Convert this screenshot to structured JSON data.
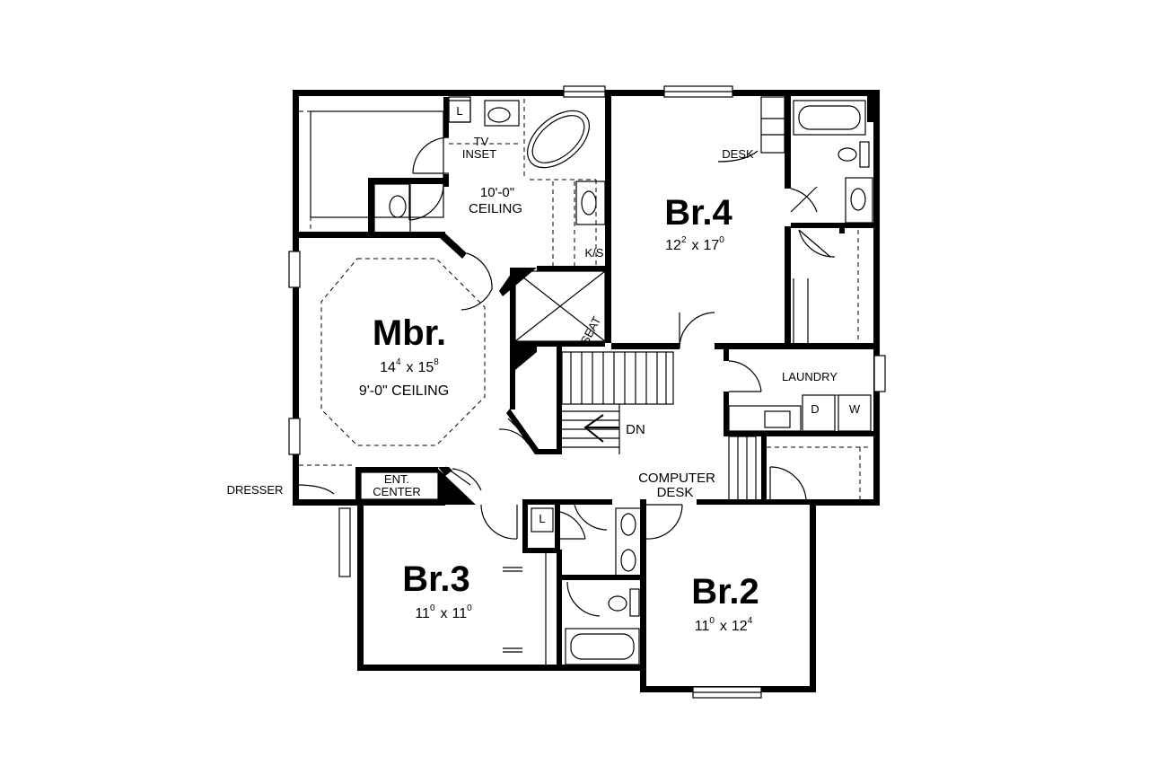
{
  "rooms": {
    "mbr": {
      "name": "Mbr.",
      "w_ft": "14",
      "w_in": "4",
      "x": "x",
      "l_ft": "15",
      "l_in": "8",
      "ceiling": "9'-0\" CEILING"
    },
    "br4": {
      "name": "Br.4",
      "w_ft": "12",
      "w_in": "2",
      "x": "x",
      "l_ft": "17",
      "l_in": "0"
    },
    "br3": {
      "name": "Br.3",
      "w_ft": "11",
      "w_in": "0",
      "x": "x",
      "l_ft": "11",
      "l_in": "0"
    },
    "br2": {
      "name": "Br.2",
      "w_ft": "11",
      "w_in": "0",
      "x": "x",
      "l_ft": "12",
      "l_in": "4"
    }
  },
  "labels": {
    "tv_1": "TV",
    "tv_2": "INSET",
    "ceiling_1": "10'-0\"",
    "ceiling_2": "CEILING",
    "ks": "K/S",
    "seat": "SEAT",
    "desk": "DESK",
    "laundry": "LAUNDRY",
    "dryer": "D",
    "washer": "W",
    "dn": "DN",
    "computer_1": "COMPUTER",
    "computer_2": "DESK",
    "ent_1": "ENT.",
    "ent_2": "CENTER",
    "dresser": "DRESSER",
    "linen_top": "L",
    "linen_bottom": "L"
  }
}
